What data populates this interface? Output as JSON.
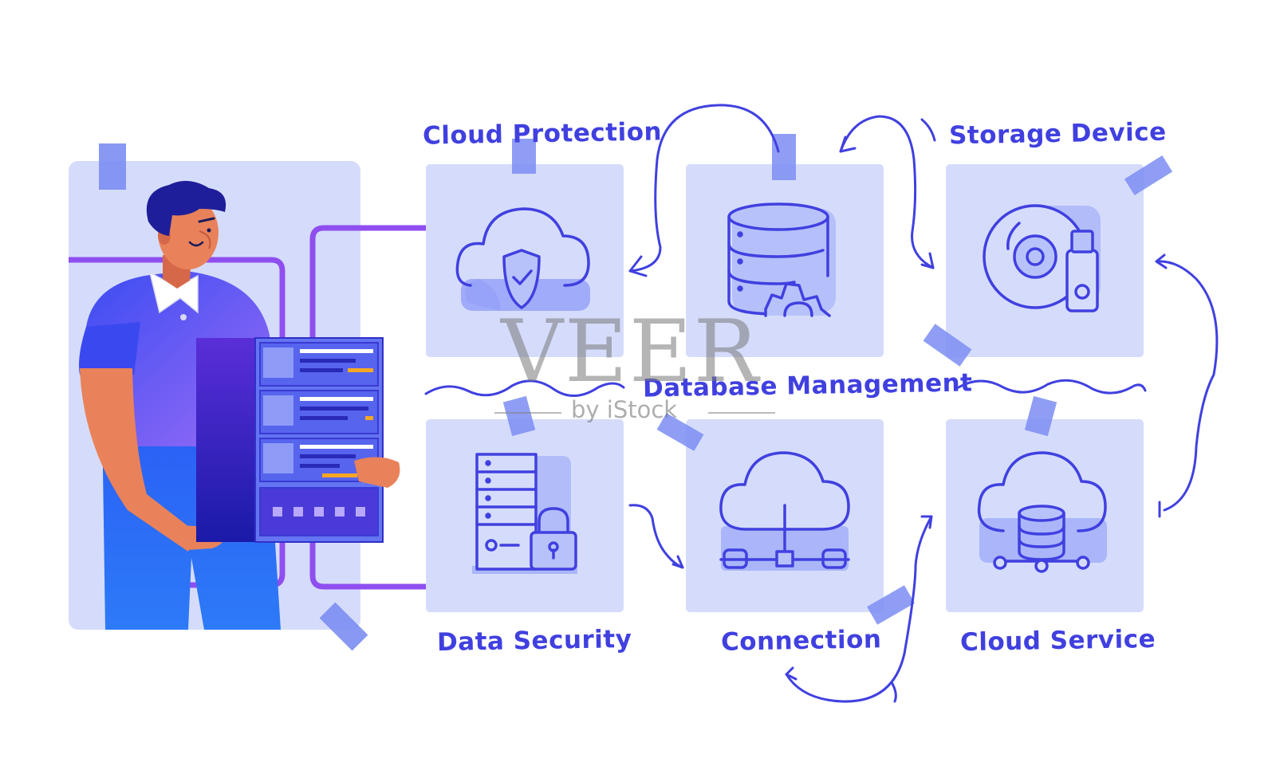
{
  "labels": {
    "cloud_protection": "Cloud Protection",
    "storage_device": "Storage Device",
    "database_management": "Database Management",
    "data_security": "Data Security",
    "connection": "Connection",
    "cloud_service": "Cloud Service"
  },
  "watermark": {
    "main": "VEER",
    "sub": "by iStock"
  },
  "colors": {
    "label_blue": "#4040e0",
    "card_fill": "#d5dcfb",
    "tape": "#7b8df2",
    "wire_purple": "#8f4ef0",
    "accent_orange": "#f5a623"
  },
  "icons": [
    "cloud-shield-icon",
    "database-gear-icon",
    "disc-usb-drive-icon",
    "server-lock-icon",
    "cloud-network-icon",
    "cloud-database-icon"
  ]
}
